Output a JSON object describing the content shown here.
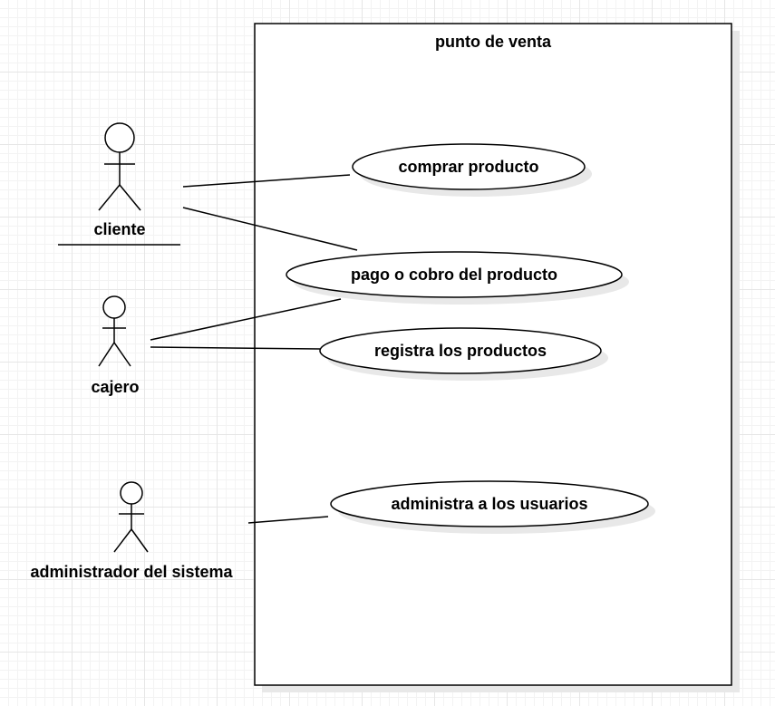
{
  "system": {
    "title": "punto de venta"
  },
  "actors": {
    "cliente": "cliente",
    "cajero": "cajero",
    "admin": "administrador del sistema"
  },
  "use_cases": {
    "comprar": "comprar producto",
    "pago": "pago o cobro del producto",
    "registra": "registra los productos",
    "administra": "administra a los usuarios"
  }
}
